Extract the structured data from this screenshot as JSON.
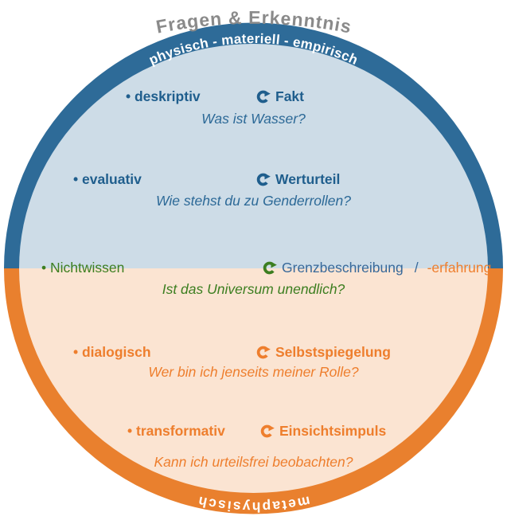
{
  "diagram": {
    "title": "Fragen & Erkenntnis",
    "hemisphere_top_label": "physisch - materiell - empirisch",
    "hemisphere_bottom_label": "metaphysisch",
    "rows": [
      {
        "mode": "• deskriptiv",
        "result": "Fakt",
        "question": "Was ist Wasser?"
      },
      {
        "mode": "• evaluativ",
        "result": "Werturteil",
        "question": "Wie stehst du zu Genderrollen?"
      },
      {
        "mode": "• Nichtwissen",
        "result": "Grenzbeschreibung",
        "result_divider": "/",
        "result_alt": "-erfahrung",
        "question": "Ist das Universum unendlich?"
      },
      {
        "mode": "• dialogisch",
        "result": "Selbstspiegelung",
        "question": "Wer bin ich jenseits meiner Rolle?"
      },
      {
        "mode": "• transformativ",
        "result": "Einsichtsimpuls",
        "question": "Kann ich urteilsfrei beobachten?"
      }
    ],
    "icons": {
      "result_marker": "cycle-arrow-icon"
    },
    "colors": {
      "ring_top": "#2e6b98",
      "ring_bottom": "#e9802e",
      "fill_top": "#cddce7",
      "fill_bottom": "#fbe4d2",
      "text_blue_bold": "#1f5e8d",
      "text_blue_regular": "#38699a",
      "text_green": "#3c7e20",
      "text_orange": "#ee7e2d",
      "title_gray": "#8a8a8a"
    }
  }
}
